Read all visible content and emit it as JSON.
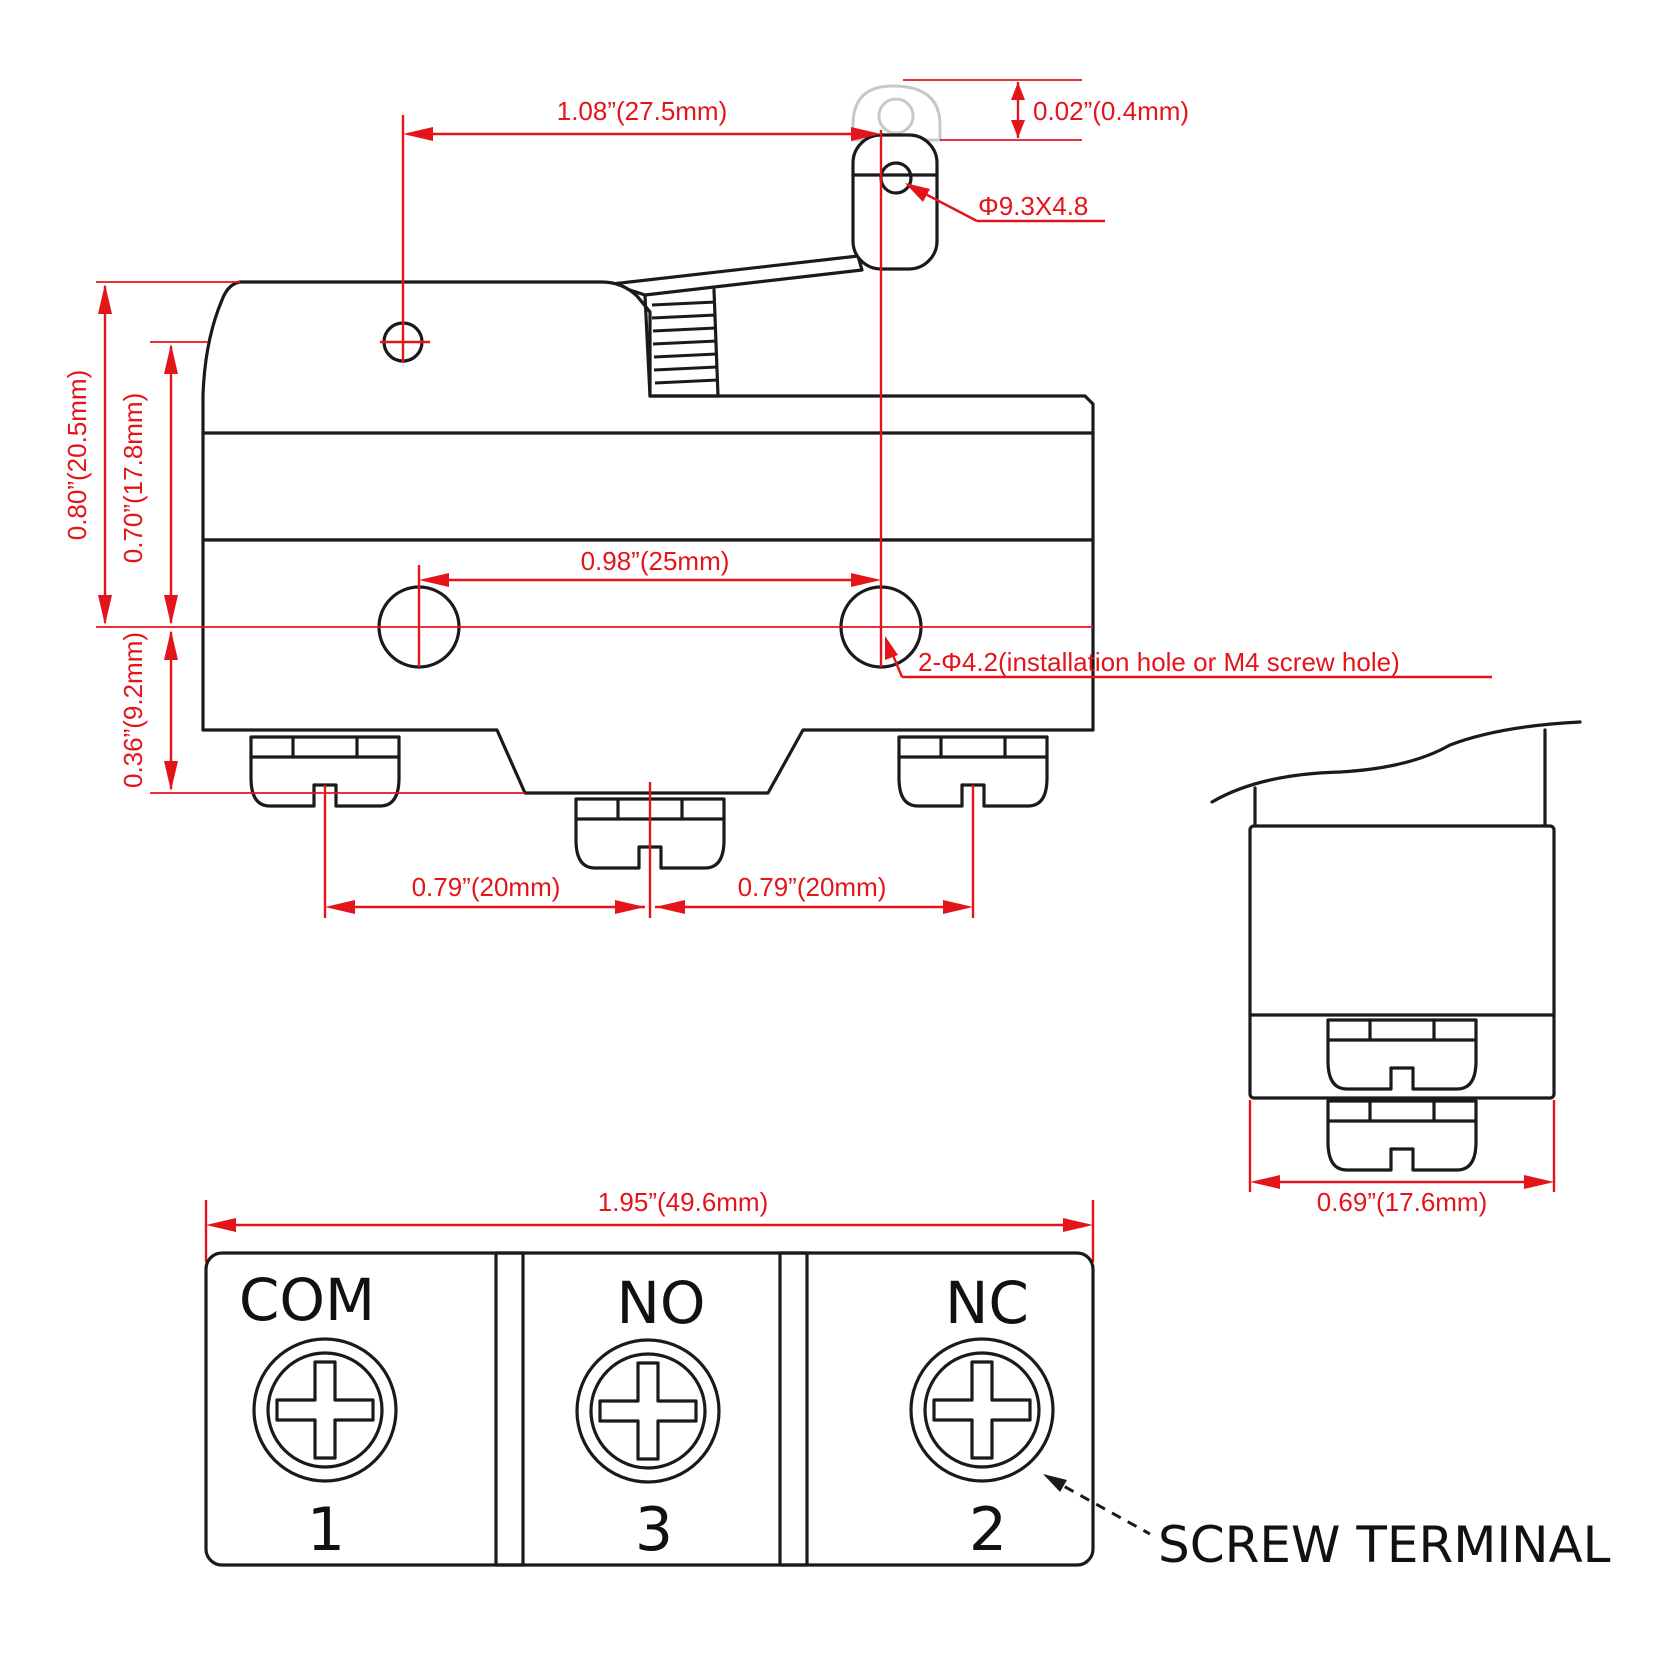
{
  "colors": {
    "dimension": "#e3151b",
    "outline": "#1a1a1a",
    "ghost_roller": "#c8c8c8",
    "background": "#ffffff"
  },
  "dimensions": {
    "lever_length": "1.08”(27.5mm)",
    "roller_travel": "0.02”(0.4mm)",
    "roller_size": "Φ9.3X4.8",
    "total_height": "0.80”(20.5mm)",
    "hole_height": "0.70”(17.8mm)",
    "hole_spacing": "0.98”(25mm)",
    "mount_hole": "2-Φ4.2(installation hole or M4 screw hole)",
    "terminal_height": "0.36”(9.2mm)",
    "terminal_pitch_left": "0.79”(20mm)",
    "terminal_pitch_right": "0.79”(20mm)",
    "side_thickness": "0.69”(17.6mm)",
    "body_length": "1.95”(49.6mm)"
  },
  "terminals": [
    {
      "name": "COM",
      "number": "1"
    },
    {
      "name": "NO",
      "number": "3"
    },
    {
      "name": "NC",
      "number": "2"
    }
  ],
  "callout": {
    "label": "SCREW TERMINAL"
  }
}
